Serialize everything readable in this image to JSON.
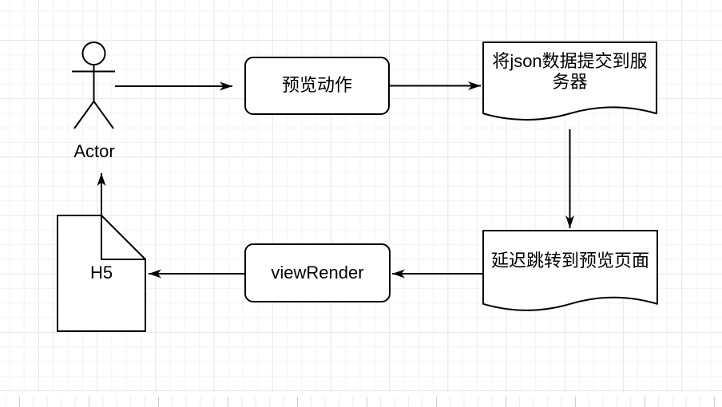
{
  "canvas": {
    "background_color": "#ffffff",
    "grid_minor_color": "#f3f3f3",
    "grid_major_color": "#e7e7e7",
    "stroke_color": "#000000",
    "shape_fill_color": "#ffffff"
  },
  "nodes": {
    "actor": {
      "label": "Actor",
      "shape": "actor-stick-figure"
    },
    "preview_action": {
      "label": "预览动作",
      "shape": "rounded-rectangle"
    },
    "submit_json": {
      "label": "将json数据提交到服\n务器",
      "shape": "document"
    },
    "delay_redirect": {
      "label": "延迟跳转到预览页面",
      "shape": "document"
    },
    "view_render": {
      "label": "viewRender",
      "shape": "rounded-rectangle"
    },
    "h5": {
      "label": "H5",
      "shape": "folded-corner-note"
    }
  },
  "edges": [
    {
      "from": "actor",
      "to": "preview_action",
      "direction": "right"
    },
    {
      "from": "preview_action",
      "to": "submit_json",
      "direction": "right"
    },
    {
      "from": "submit_json",
      "to": "delay_redirect",
      "direction": "down"
    },
    {
      "from": "delay_redirect",
      "to": "view_render",
      "direction": "left"
    },
    {
      "from": "view_render",
      "to": "h5",
      "direction": "left"
    },
    {
      "from": "h5",
      "to": "actor",
      "direction": "up"
    }
  ]
}
